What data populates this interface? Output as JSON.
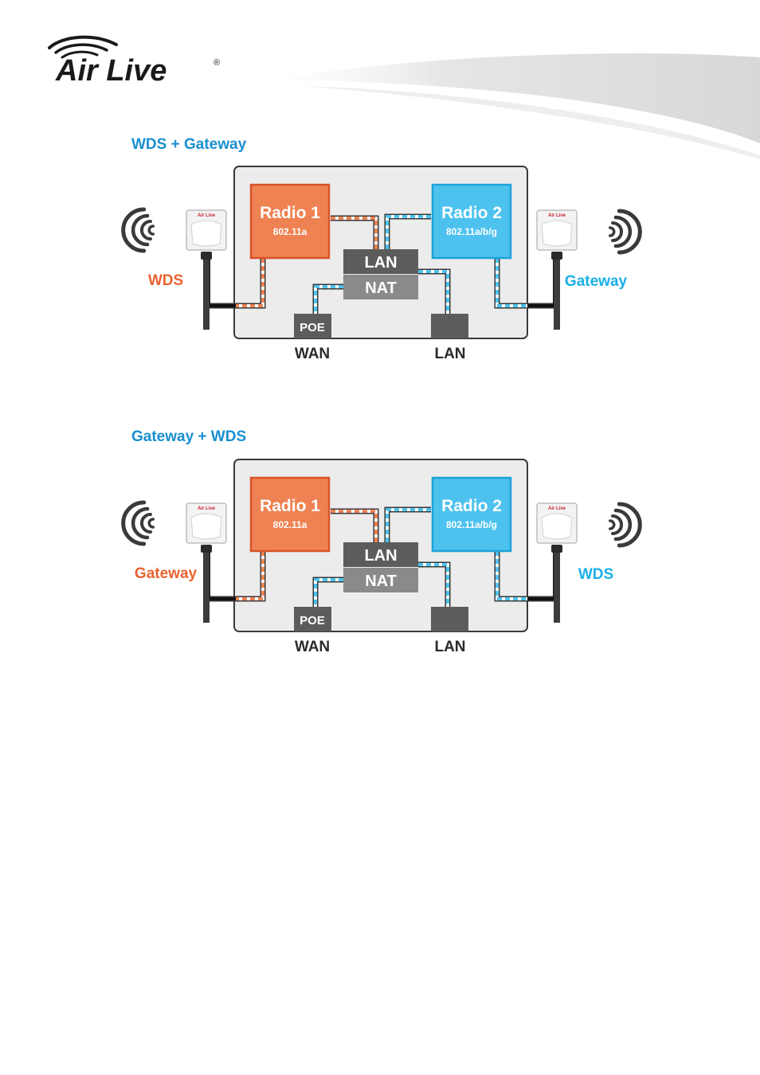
{
  "header": {
    "logo_text": "Air Live",
    "logo_mark": "®"
  },
  "colors": {
    "radio1": "#ef8252",
    "radio2": "#4dc2ee",
    "box_fill": "#ececec",
    "lan_box": "#5c5c5c",
    "nat_box": "#8a8a8a",
    "title": "#1a8fd0",
    "wds_orange": "#e8622f",
    "gateway_blue": "#1ab0e8"
  },
  "diagrams": [
    {
      "title": "WDS + Gateway",
      "radio1": {
        "name": "Radio 1",
        "standard": "802.11a"
      },
      "radio2": {
        "name": "Radio 2",
        "standard": "802.11a/b/g"
      },
      "lan_block": "LAN",
      "nat_block": "NAT",
      "poe_block": "POE",
      "wan_label": "WAN",
      "lan_label": "LAN",
      "left_antenna_label": "WDS",
      "right_antenna_label": "Gateway",
      "antenna_brand": "Air Live"
    },
    {
      "title": "Gateway + WDS",
      "radio1": {
        "name": "Radio 1",
        "standard": "802.11a"
      },
      "radio2": {
        "name": "Radio 2",
        "standard": "802.11a/b/g"
      },
      "lan_block": "LAN",
      "nat_block": "NAT",
      "poe_block": "POE",
      "wan_label": "WAN",
      "lan_label": "LAN",
      "left_antenna_label": "Gateway",
      "right_antenna_label": "WDS",
      "antenna_brand": "Air Live"
    }
  ]
}
